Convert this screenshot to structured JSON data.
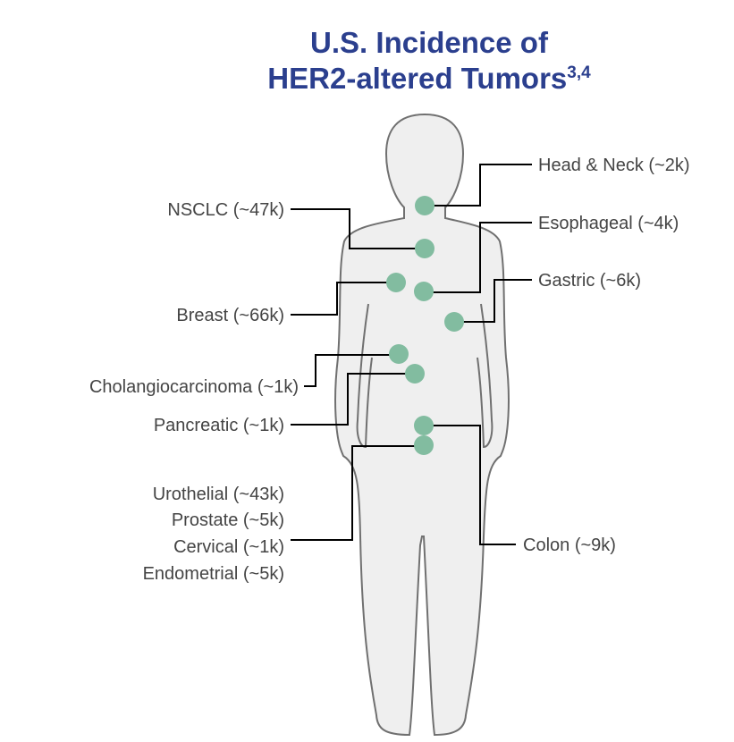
{
  "title": {
    "line1": "U.S. Incidence of",
    "line2": "HER2-altered Tumors",
    "superscript": "3,4",
    "color": "#2b3f8e"
  },
  "body_colors": {
    "fill": "#efefef",
    "outline": "#707070"
  },
  "marker_color": "#82bca0",
  "labels": {
    "head_neck": "Head & Neck (~2k)",
    "nsclc": "NSCLC (~47k)",
    "esophageal": "Esophageal (~4k)",
    "gastric": "Gastric (~6k)",
    "breast": "Breast (~66k)",
    "cholangiocarcinoma": "Cholangiocarcinoma (~1k)",
    "pancreatic": "Pancreatic (~1k)",
    "urothelial": "Urothelial (~43k)",
    "prostate": "Prostate (~5k)",
    "cervical": "Cervical (~1k)",
    "endometrial": "Endometrial (~5k)",
    "colon": "Colon (~9k)"
  }
}
